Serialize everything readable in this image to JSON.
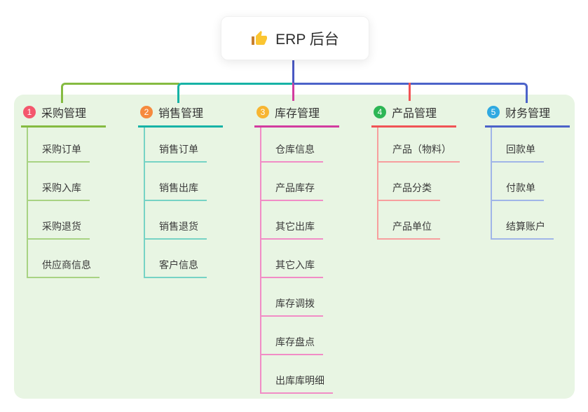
{
  "canvas": {
    "background": "#ffffff",
    "panel_background": "#e8f5e3"
  },
  "root": {
    "icon": "thumbs-up-icon",
    "label": "ERP 后台",
    "line_color": "#4a58c3"
  },
  "branches": [
    {
      "number": "1",
      "label": "采购管理",
      "badge_color": "#f4576d",
      "line_color": "#85bb41",
      "child_line_color": "#a8d383",
      "children": [
        "采购订单",
        "采购入库",
        "采购退货",
        "供应商信息"
      ]
    },
    {
      "number": "2",
      "label": "销售管理",
      "badge_color": "#f68a3e",
      "line_color": "#17b3a6",
      "child_line_color": "#76d3c5",
      "children": [
        "销售订单",
        "销售出库",
        "销售退货",
        "客户信息"
      ]
    },
    {
      "number": "3",
      "label": "库存管理",
      "badge_color": "#f7b531",
      "line_color": "#d23c9f",
      "child_line_color": "#f18cc6",
      "children": [
        "仓库信息",
        "产品库存",
        "其它出库",
        "其它入库",
        "库存调拨",
        "库存盘点",
        "出库库明细"
      ]
    },
    {
      "number": "4",
      "label": "产品管理",
      "badge_color": "#2db655",
      "line_color": "#f05355",
      "child_line_color": "#f79e9e",
      "children": [
        "产品（物料）",
        "产品分类",
        "产品单位"
      ]
    },
    {
      "number": "5",
      "label": "财务管理",
      "badge_color": "#2fa9e1",
      "line_color": "#4c63c9",
      "child_line_color": "#a0b5e8",
      "children": [
        "回款单",
        "付款单",
        "结算账户"
      ]
    }
  ]
}
